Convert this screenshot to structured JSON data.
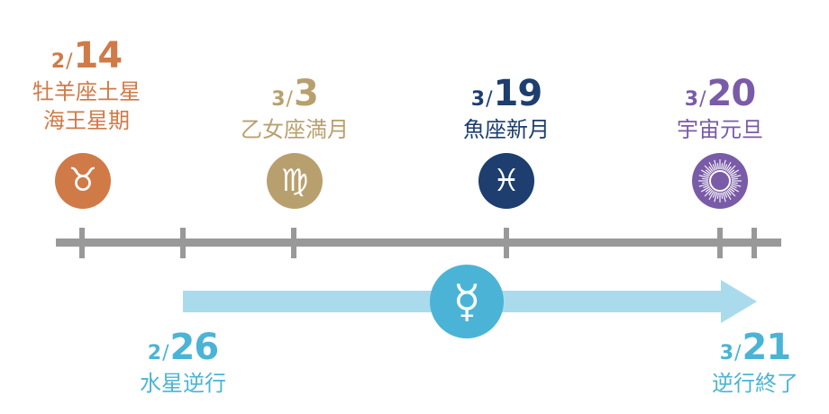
{
  "colors": {
    "taurus": "#D07A48",
    "virgo": "#B8A06E",
    "pisces": "#1D3E6E",
    "galactic": "#7A5BA8",
    "mercury": "#4BB4D6",
    "arrow": "#A9DBEC",
    "timeline": "#999999"
  },
  "events": [
    {
      "month": "2",
      "slash": "/",
      "day": "14",
      "lines": [
        "牡羊座土星",
        "海王星期"
      ],
      "icon": "taurus-icon",
      "glyph": "♉"
    },
    {
      "month": "3",
      "slash": "/",
      "day": "3",
      "lines": [
        "乙女座満月"
      ],
      "icon": "virgo-icon",
      "glyph": "♍"
    },
    {
      "month": "3",
      "slash": "/",
      "day": "19",
      "lines": [
        "魚座新月"
      ],
      "icon": "pisces-icon",
      "glyph": "♓"
    },
    {
      "month": "3",
      "slash": "/",
      "day": "20",
      "lines": [
        "宇宙元旦"
      ],
      "icon": "sunburst-icon",
      "glyph": ""
    }
  ],
  "retrograde": {
    "icon": "mercury-icon",
    "glyph": "☿",
    "start": {
      "month": "2",
      "slash": "/",
      "day": "26",
      "label": "水星逆行"
    },
    "end": {
      "month": "3",
      "slash": "/",
      "day": "21",
      "label": "逆行終了"
    }
  }
}
